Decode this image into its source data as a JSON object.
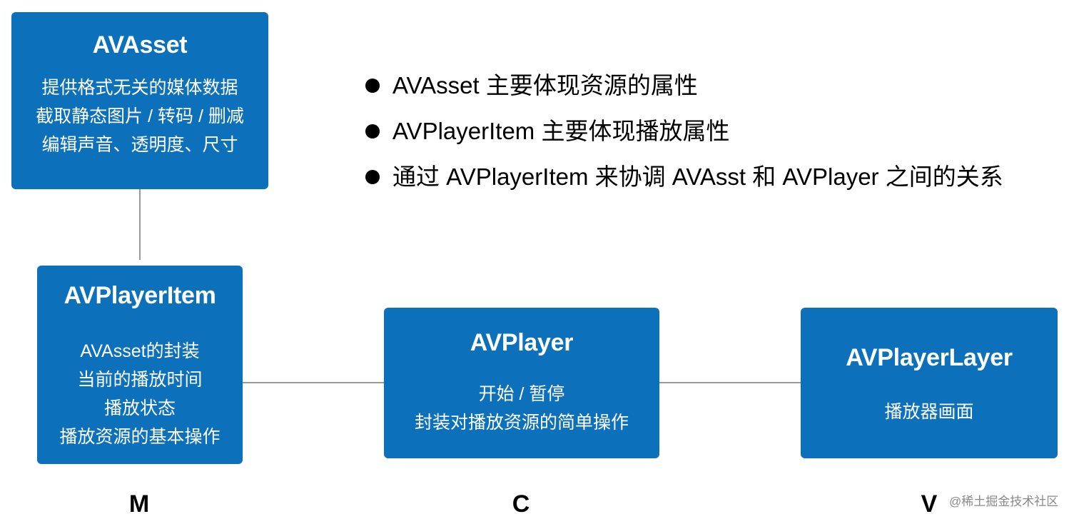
{
  "bullets": [
    "AVAsset 主要体现资源的属性",
    "AVPlayerItem 主要体现播放属性",
    "通过 AVPlayerItem 来协调 AVAsst 和 AVPlayer 之间的关系"
  ],
  "nodes": {
    "avasset": {
      "title": "AVAsset",
      "lines": [
        "提供格式无关的媒体数据",
        "截取静态图片 / 转码 / 删减",
        "编辑声音、透明度、尺寸"
      ]
    },
    "avplayeritem": {
      "title": "AVPlayerItem",
      "lines": [
        "AVAsset的封装",
        "当前的播放时间",
        "播放状态",
        "播放资源的基本操作"
      ]
    },
    "avplayer": {
      "title": "AVPlayer",
      "lines": [
        "开始 / 暂停",
        "封装对播放资源的简单操作"
      ]
    },
    "avplayerlayer": {
      "title": "AVPlayerLayer",
      "lines": [
        "播放器画面"
      ]
    }
  },
  "mvc_labels": {
    "m": "M",
    "c": "C",
    "v": "V"
  },
  "watermark": "@稀土掘金技术社区",
  "colors": {
    "box": "#0d70bb",
    "box_text": "#ffffff",
    "connector": "#9a9a9a"
  }
}
